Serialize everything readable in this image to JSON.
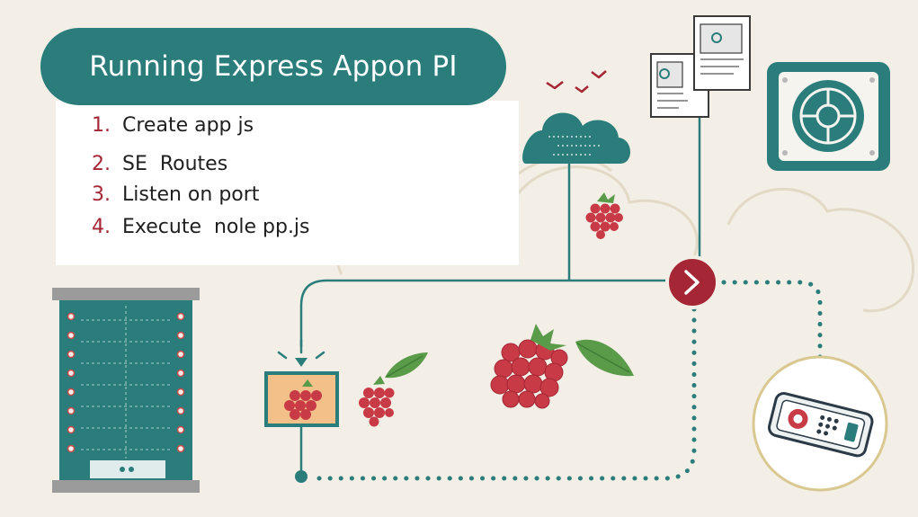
{
  "title": "Running Express Appon PI",
  "steps": [
    {
      "number": "1.",
      "text": "Create app js"
    },
    {
      "number": "2.",
      "text": "SE  Routes"
    },
    {
      "number": "3.",
      "text": "Listen on port"
    },
    {
      "number": "4.",
      "text": "Execute  nole pp.js"
    }
  ],
  "colors": {
    "background": "#f3efe6",
    "teal": "#2b7d7b",
    "crimson": "#a52634",
    "raspberry": "#c83a45",
    "leaf": "#5a9b4a",
    "cloud_outline": "#e4dccb"
  },
  "icons": [
    "cloud-icon",
    "raspberry-icon",
    "leaf-icon",
    "server-rack-icon",
    "document-icon",
    "fan-box-icon",
    "arrow-node-icon",
    "phone-card-icon",
    "bird-icon"
  ]
}
